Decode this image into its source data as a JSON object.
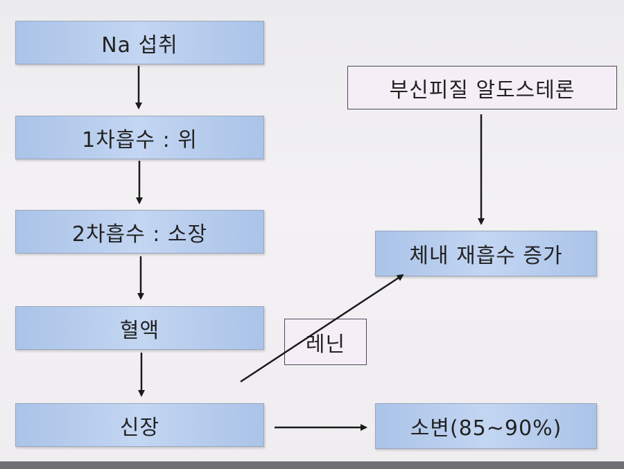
{
  "nodes": {
    "na_intake": "Na 섭취",
    "primary_absorption": "1차흡수 : 위",
    "secondary_absorption": "2차흡수 : 소장",
    "blood": "혈액",
    "kidney": "신장",
    "aldosterone": "부신피질 알도스테론",
    "renin": "레닌",
    "reabsorption": "체내 재흡수 증가",
    "urine": "소변(85~90%)"
  },
  "colors": {
    "blue_box": "#b6cdee",
    "pink_box": "#f5eef6",
    "arrow": "#1a1a1a"
  }
}
